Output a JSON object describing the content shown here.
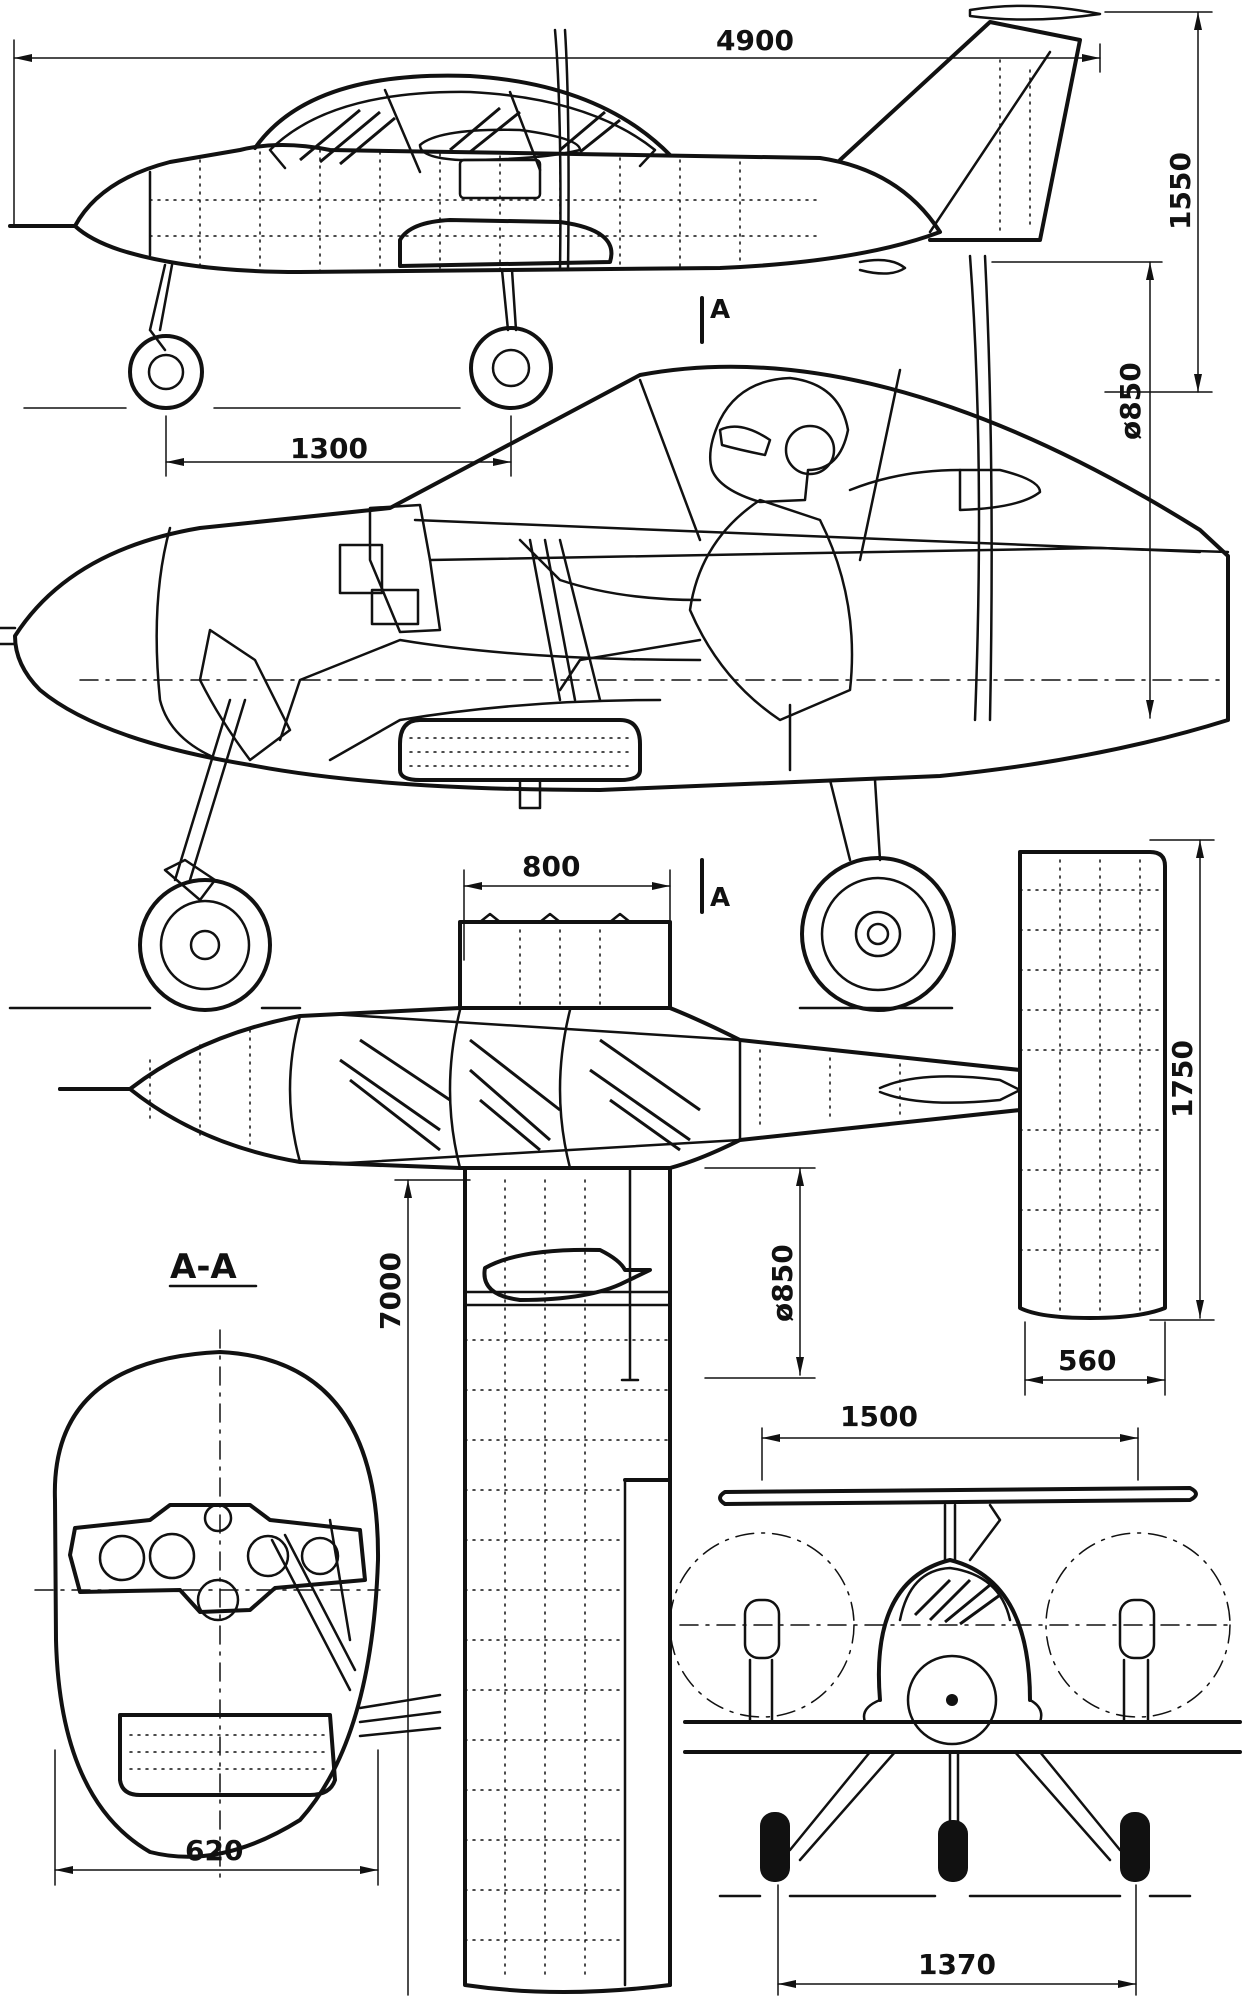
{
  "dimensions": {
    "overall_length": "4900",
    "tail_height": "1550",
    "wheel_to_main_gear": "1300",
    "propeller_diameter_side": "ø850",
    "center_section_width": "800",
    "tailplane_span": "1750",
    "wing_span": "7000",
    "propeller_diameter_top": "ø850",
    "tailplane_chord": "560",
    "propeller_spacing": "1500",
    "fuselage_width": "620",
    "track": "1370"
  },
  "section_labels": {
    "cut_mark_top": "A",
    "cut_mark_bottom": "A",
    "section_title": "A-A"
  }
}
